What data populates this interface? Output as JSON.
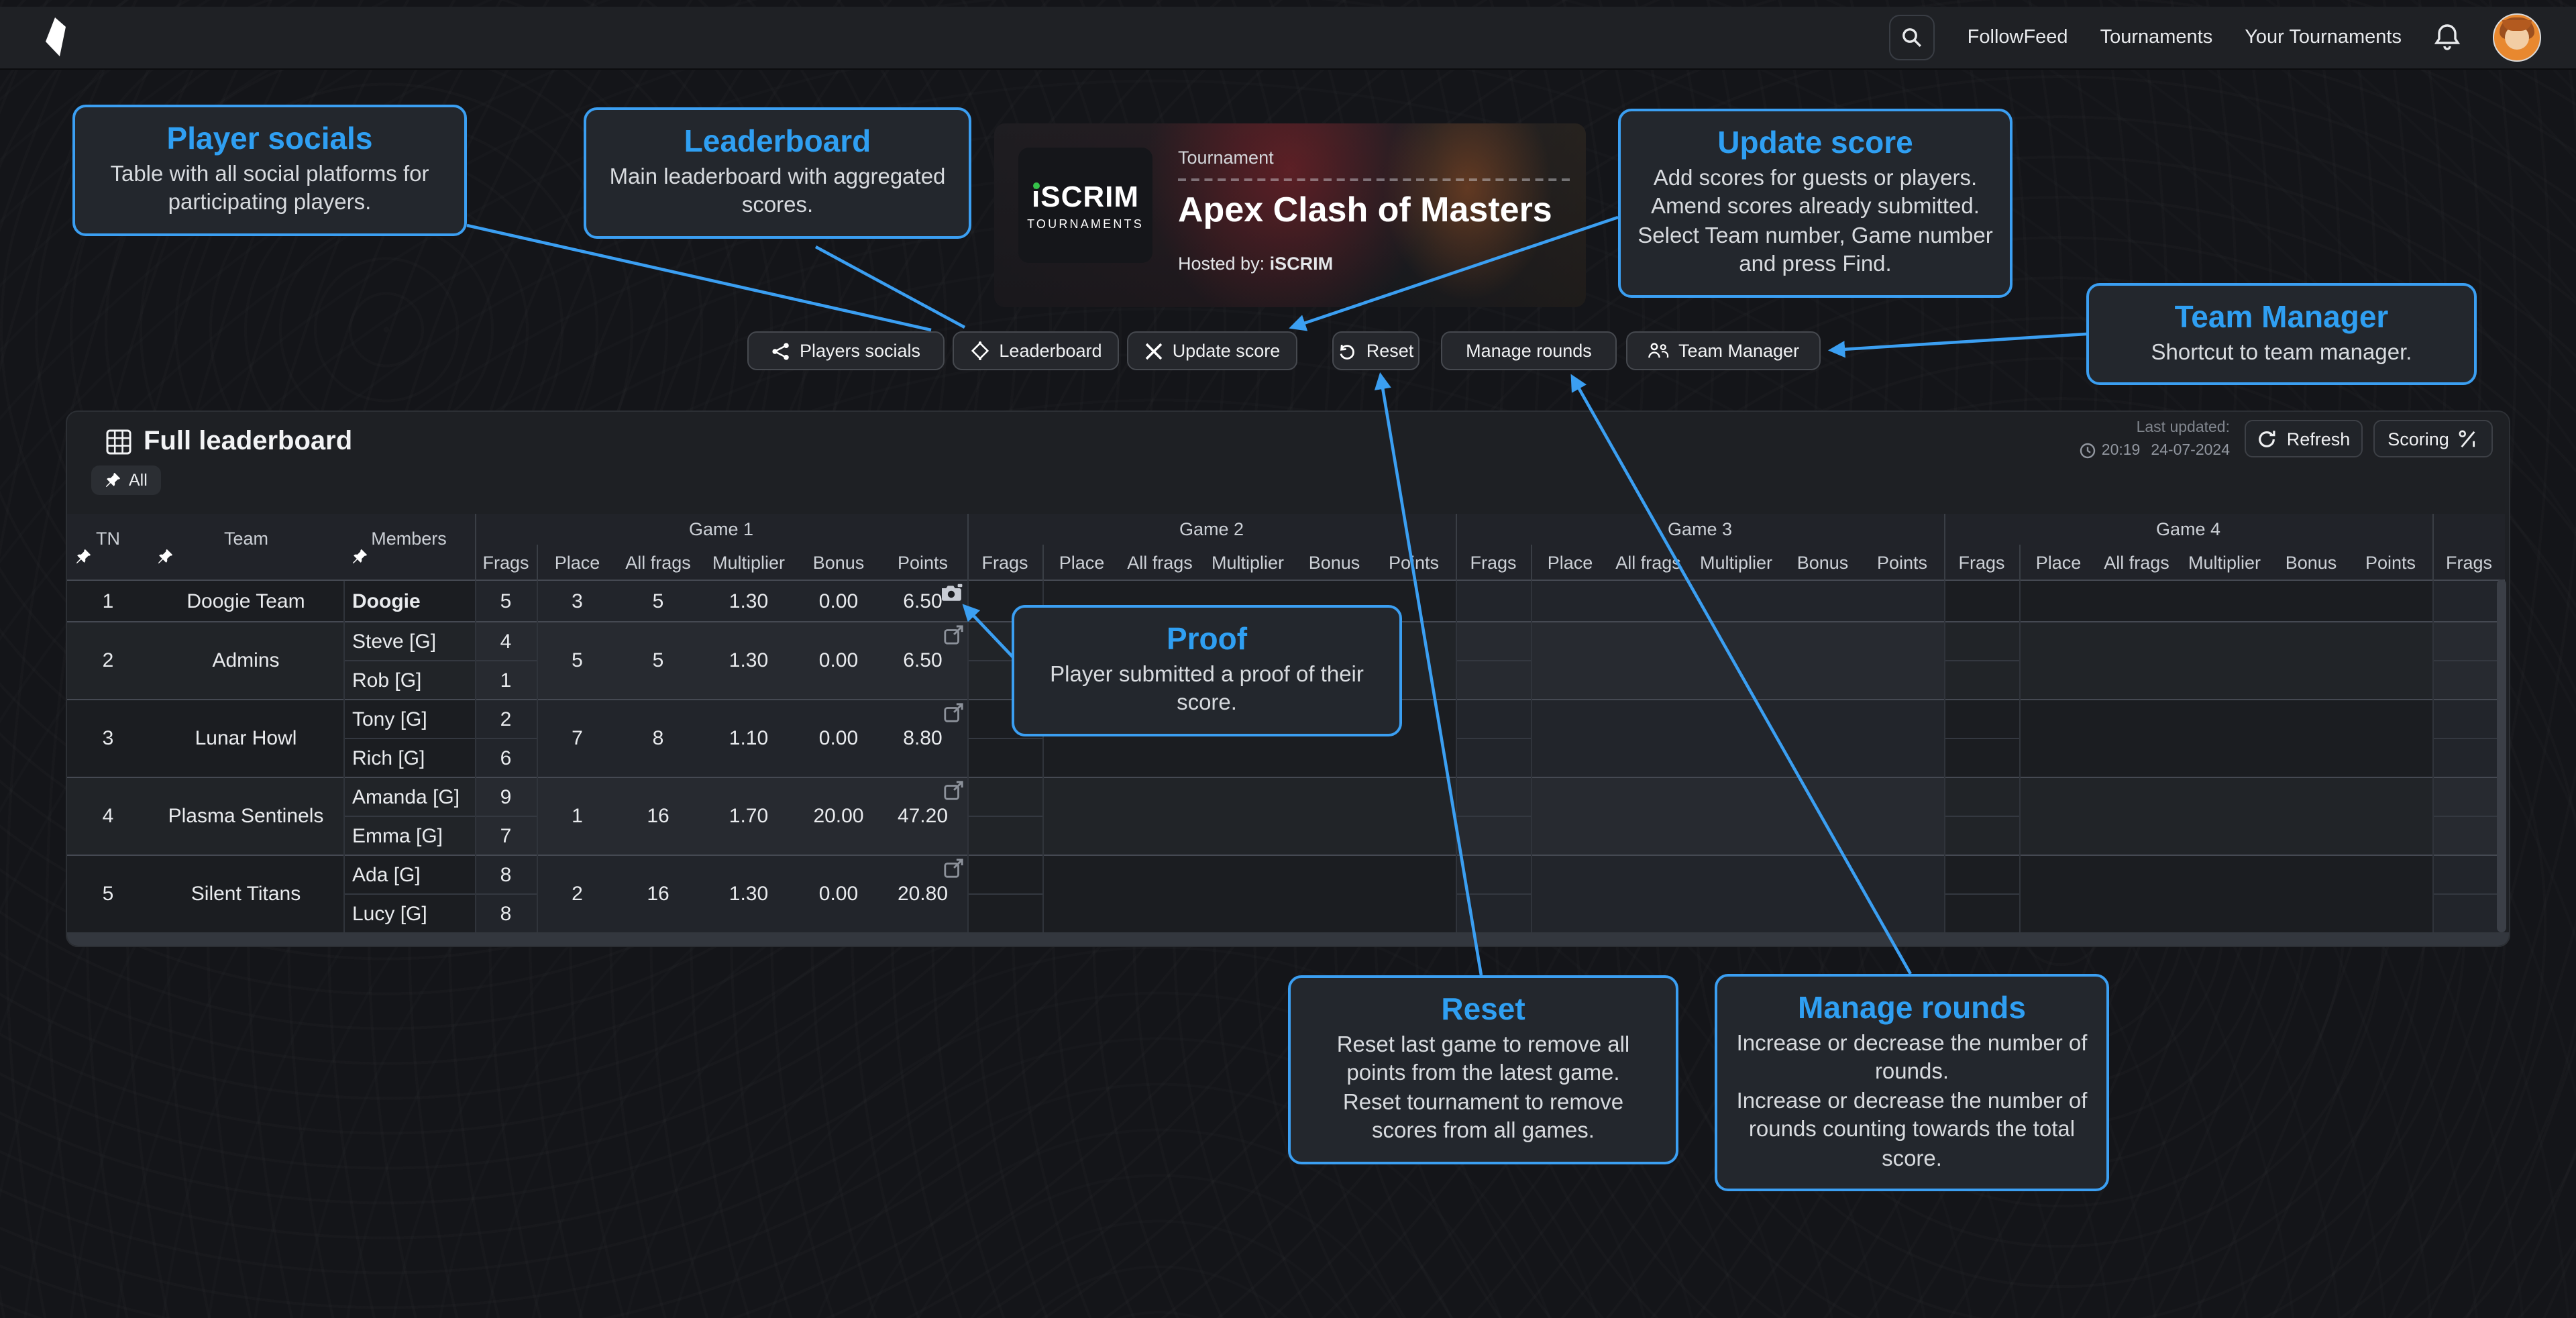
{
  "nav": {
    "items": [
      "FollowFeed",
      "Tournaments",
      "Your Tournaments"
    ],
    "icons": {
      "brand": "shard-logo",
      "search": "magnifier",
      "notifications": "bell",
      "account": "avatar"
    }
  },
  "banner": {
    "eyebrow": "Tournament",
    "title": "Apex Clash of Masters",
    "hosted_by_label": "Hosted by:",
    "host": "iSCRIM",
    "logo_line1": "iSCRIM",
    "logo_line2": "TOURNAMENTS"
  },
  "callouts": {
    "player_socials": {
      "title": "Player socials",
      "body": "Table with all social platforms for participating players."
    },
    "leaderboard": {
      "title": "Leaderboard",
      "body": "Main leaderboard with aggregated scores."
    },
    "update_score": {
      "title": "Update score",
      "body": "Add scores for guests or players.\nAmend scores already submitted.\nSelect Team number, Game number and press Find."
    },
    "team_manager": {
      "title": "Team Manager",
      "body": "Shortcut to team manager."
    },
    "proof": {
      "title": "Proof",
      "body": "Player submitted a proof of their score."
    },
    "reset": {
      "title": "Reset",
      "body": "Reset last game to remove all\npoints from the latest game.\nReset tournament to remove\nscores from all games."
    },
    "manage_rounds": {
      "title": "Manage rounds",
      "body": "Increase or decrease the number of rounds.\nIncrease or decrease the number of rounds counting towards the total score."
    }
  },
  "toolbar": {
    "buttons": [
      {
        "label": "Players socials",
        "icon": "share-icon"
      },
      {
        "label": "Leaderboard",
        "icon": "bracket-diamond-icon"
      },
      {
        "label": "Update score",
        "icon": "crossed-swords-icon"
      },
      {
        "label": "Reset",
        "icon": "undo-arrow-icon"
      },
      {
        "label": "Manage rounds",
        "icon": null
      },
      {
        "label": "Team Manager",
        "icon": "people-icon"
      }
    ]
  },
  "leaderboard": {
    "title": "Full leaderboard",
    "title_icon": "table-grid-icon",
    "filter_all": "All",
    "filter_all_icon": "pin-icon",
    "last_updated_label": "Last updated:",
    "last_updated_time": "20:19",
    "last_updated_date": "24-07-2024",
    "refresh_label": "Refresh",
    "scoring_label": "Scoring",
    "scoring_icon": "percent-icon",
    "fixed_columns": [
      "TN",
      "Team",
      "Members"
    ],
    "fixed_columns_pinned": true,
    "games": [
      "Game 1",
      "Game 2",
      "Game 3",
      "Game 4"
    ],
    "game_columns": [
      "Frags",
      "Place",
      "All frags",
      "Multiplier",
      "Bonus",
      "Points"
    ],
    "extra_column": "Frags",
    "rows": [
      {
        "tn": "1",
        "team": "Doogie Team",
        "proof": "camera",
        "members": [
          {
            "name": "Doogie",
            "frags": "5",
            "bold": true
          }
        ],
        "game1": {
          "place": "3",
          "all_frags": "5",
          "multiplier": "1.30",
          "bonus": "0.00",
          "points": "6.50"
        }
      },
      {
        "tn": "2",
        "team": "Admins",
        "proof": "edit",
        "members": [
          {
            "name": "Steve [G]",
            "frags": "4"
          },
          {
            "name": "Rob [G]",
            "frags": "1"
          }
        ],
        "game1": {
          "place": "5",
          "all_frags": "5",
          "multiplier": "1.30",
          "bonus": "0.00",
          "points": "6.50"
        }
      },
      {
        "tn": "3",
        "team": "Lunar Howl",
        "proof": "edit",
        "members": [
          {
            "name": "Tony [G]",
            "frags": "2"
          },
          {
            "name": "Rich [G]",
            "frags": "6"
          }
        ],
        "game1": {
          "place": "7",
          "all_frags": "8",
          "multiplier": "1.10",
          "bonus": "0.00",
          "points": "8.80"
        }
      },
      {
        "tn": "4",
        "team": "Plasma Sentinels",
        "proof": "edit",
        "members": [
          {
            "name": "Amanda [G]",
            "frags": "9"
          },
          {
            "name": "Emma [G]",
            "frags": "7"
          }
        ],
        "game1": {
          "place": "1",
          "all_frags": "16",
          "multiplier": "1.70",
          "bonus": "20.00",
          "points": "47.20"
        }
      },
      {
        "tn": "5",
        "team": "Silent Titans",
        "proof": "edit",
        "members": [
          {
            "name": "Ada [G]",
            "frags": "8"
          },
          {
            "name": "Lucy [G]",
            "frags": "8"
          }
        ],
        "game1": {
          "place": "2",
          "all_frags": "16",
          "multiplier": "1.30",
          "bonus": "0.00",
          "points": "20.80"
        }
      }
    ]
  }
}
